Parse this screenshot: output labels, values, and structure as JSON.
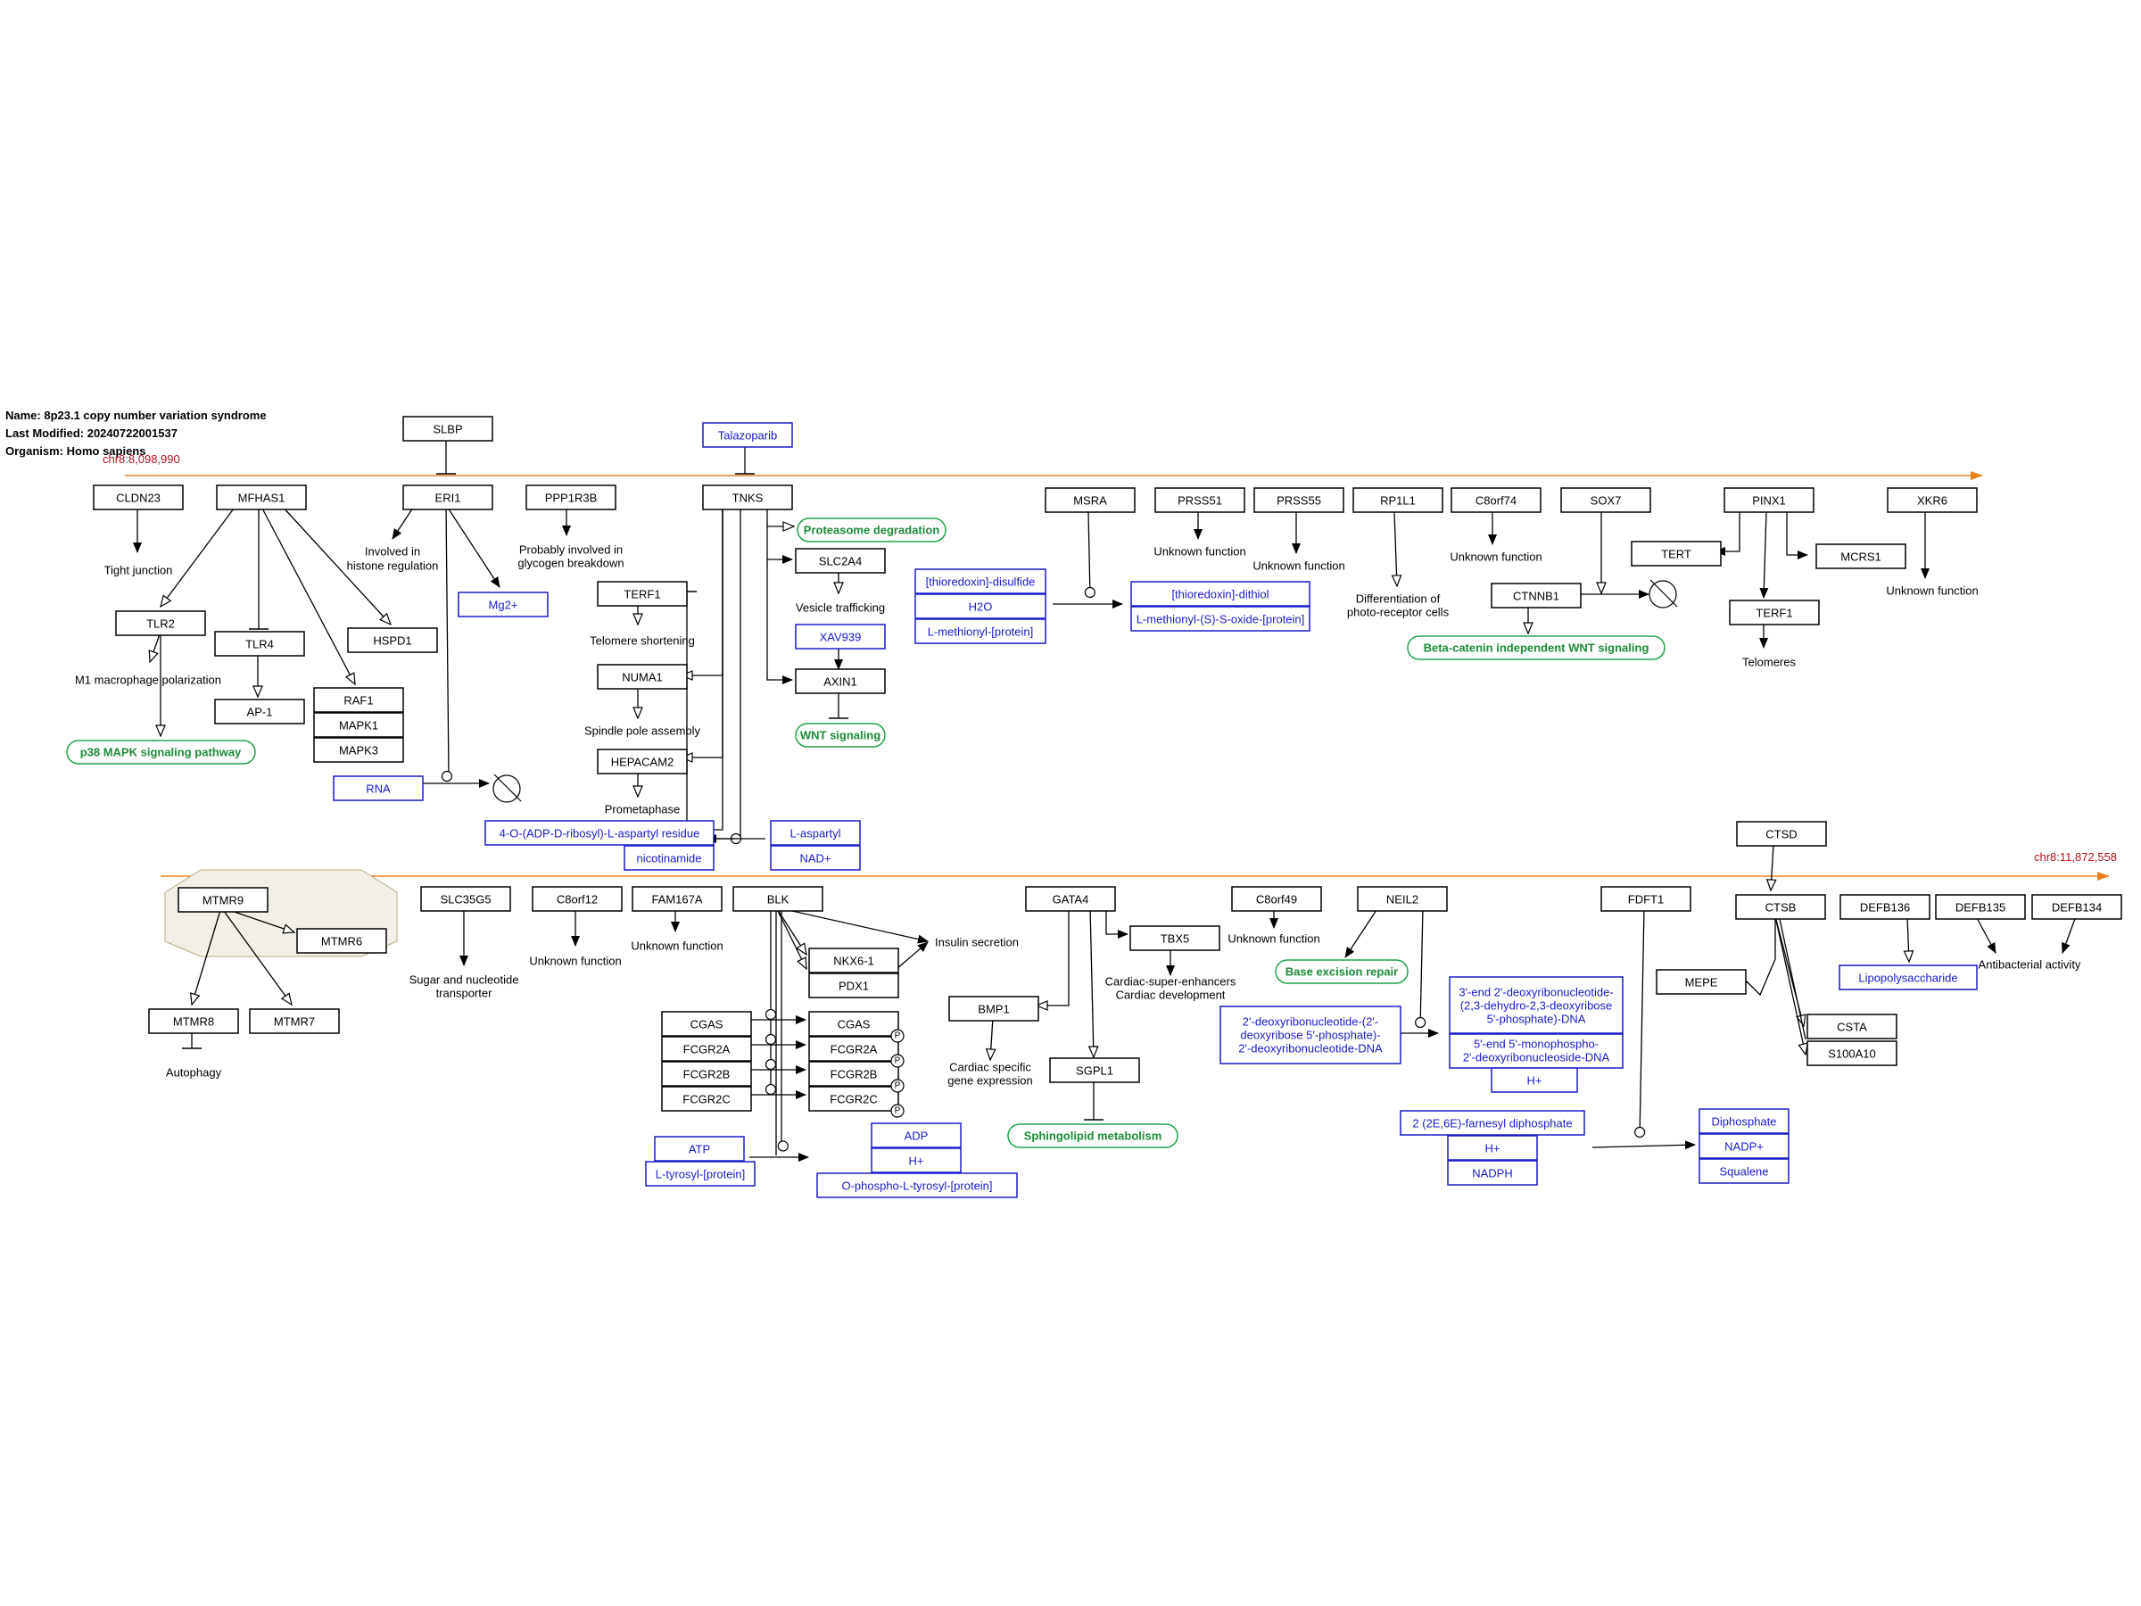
{
  "info": {
    "name": "Name: 8p23.1 copy number variation syndrome",
    "modified": "Last Modified: 20240722001537",
    "organism": "Organism: Homo sapiens"
  },
  "chromosome": {
    "start": "chr8:8,098,990",
    "end": "chr8:11,872,558",
    "color": "#e8821e"
  },
  "colors": {
    "gene": "#000000",
    "metabolite": "#1a1acc",
    "pathway": "#22a04a"
  },
  "genes": {
    "slbp": "SLBP",
    "cldn23": "CLDN23",
    "mfhas1": "MFHAS1",
    "eri1": "ERI1",
    "ppp1r3b": "PPP1R3B",
    "tnks": "TNKS",
    "msra": "MSRA",
    "prss51": "PRSS51",
    "prss55": "PRSS55",
    "rp1l1": "RP1L1",
    "c8orf74": "C8orf74",
    "sox7": "SOX7",
    "pinx1": "PINX1",
    "xkr6": "XKR6",
    "tlr2": "TLR2",
    "tlr4": "TLR4",
    "hspd1": "HSPD1",
    "ap1": "AP-1",
    "raf1": "RAF1",
    "mapk1": "MAPK1",
    "mapk3": "MAPK3",
    "terf1_a": "TERF1",
    "numa1": "NUMA1",
    "hepacam2": "HEPACAM2",
    "slc2a4": "SLC2A4",
    "axin1": "AXIN1",
    "ctnnb1": "CTNNB1",
    "tert": "TERT",
    "mcrs1": "MCRS1",
    "terf1_b": "TERF1",
    "ctsd": "CTSD",
    "mtmr9": "MTMR9",
    "mtmr6": "MTMR6",
    "mtmr8": "MTMR8",
    "mtmr7": "MTMR7",
    "slc35g5": "SLC35G5",
    "c8orf12": "C8orf12",
    "fam167a": "FAM167A",
    "blk": "BLK",
    "nkx61": "NKX6-1",
    "pdx1": "PDX1",
    "cgas_l": "CGAS",
    "fcgr2a_l": "FCGR2A",
    "fcgr2b_l": "FCGR2B",
    "fcgr2c_l": "FCGR2C",
    "cgas_r": "CGAS",
    "fcgr2a_r": "FCGR2A",
    "fcgr2b_r": "FCGR2B",
    "fcgr2c_r": "FCGR2C",
    "gata4": "GATA4",
    "tbx5": "TBX5",
    "bmp1": "BMP1",
    "sgpl1": "SGPL1",
    "c8orf49": "C8orf49",
    "neil2": "NEIL2",
    "fdft1": "FDFT1",
    "ctsb": "CTSB",
    "defb136": "DEFB136",
    "defb135": "DEFB135",
    "defb134": "DEFB134",
    "mepe": "MEPE",
    "csta": "CSTA",
    "s100a10": "S100A10"
  },
  "metabolites": {
    "talazoparib": "Talazoparib",
    "mg2": "Mg2+",
    "rna": "RNA",
    "xav939": "XAV939",
    "adp_ribosyl": "4-O-(ADP-D-ribosyl)-L-aspartyl residue",
    "nicotinamide": "nicotinamide",
    "l_aspartyl": "L-aspartyl",
    "nad": "NAD+",
    "thio_disulfide": "[thioredoxin]-disulfide",
    "h2o": "H2O",
    "l_methionyl": "L-methionyl-[protein]",
    "thio_dithiol": "[thioredoxin]-dithiol",
    "met_oxide": "L-methionyl-(S)-S-oxide-[protein]",
    "atp": "ATP",
    "l_tyrosyl": "L-tyrosyl-[protein]",
    "adp": "ADP",
    "hplus_a": "H+",
    "o_phospho": "O-phospho-L-tyrosyl-[protein]",
    "deoxy_a": [
      "2'-deoxyribonucleotide-(2'-",
      "deoxyribose 5'-phosphate)-",
      "2'-deoxyribonucleotide-DNA"
    ],
    "deoxy_b": [
      "3'-end 2'-deoxyribonucleotide-",
      "(2,3-dehydro-2,3-deoxyribose",
      "5'-phosphate)-DNA"
    ],
    "deoxy_c": [
      "5'-end 5'-monophospho-",
      "2'-deoxyribonucleoside-DNA"
    ],
    "hplus_b": "H+",
    "farnesyl": "2 (2E,6E)-farnesyl diphosphate",
    "hplus_c": "H+",
    "nadph": "NADPH",
    "diphosphate": "Diphosphate",
    "nadp": "NADP+",
    "squalene": "Squalene",
    "lps": "Lipopolysaccharide"
  },
  "pathways": {
    "proteasome": "Proteasome degradation",
    "wnt": "WNT signaling",
    "p38": "p38 MAPK signaling pathway",
    "beta_catenin": "Beta-catenin independent WNT signaling",
    "ber": "Base excision repair",
    "sphingo": "Sphingolipid metabolism"
  },
  "labels": {
    "tight_junction": "Tight junction",
    "histone": [
      "Involved in",
      "histone regulation"
    ],
    "glycogen": [
      "Probably involved in",
      "glycogen breakdown"
    ],
    "m1": "M1 macrophage polarization",
    "vesicle": "Vesicle trafficking",
    "telomere_short": "Telomere shortening",
    "spindle": "Spindle pole assembly",
    "prometaphase": "Prometaphase",
    "unknown_prss51": "Unknown function",
    "unknown_prss55": "Unknown function",
    "unknown_c8orf74": "Unknown function",
    "unknown_xkr6": "Unknown function",
    "photoreceptor": [
      "Differentiation of",
      "photo-receptor cells"
    ],
    "telomeres": "Telomeres",
    "autophagy": "Autophagy",
    "sugar": [
      "Sugar and nucleotide",
      "transporter"
    ],
    "unknown_c8orf12": "Unknown function",
    "unknown_fam167a": "Unknown function",
    "insulin": "Insulin secretion",
    "cardiac_se": [
      "Cardiac-super-enhancers",
      "Cardiac development"
    ],
    "cardiac_gene": [
      "Cardiac specific",
      "gene expression"
    ],
    "unknown_c8orf49": "Unknown function",
    "antibacterial": "Antibacterial activity"
  },
  "phospho_mark": "P"
}
